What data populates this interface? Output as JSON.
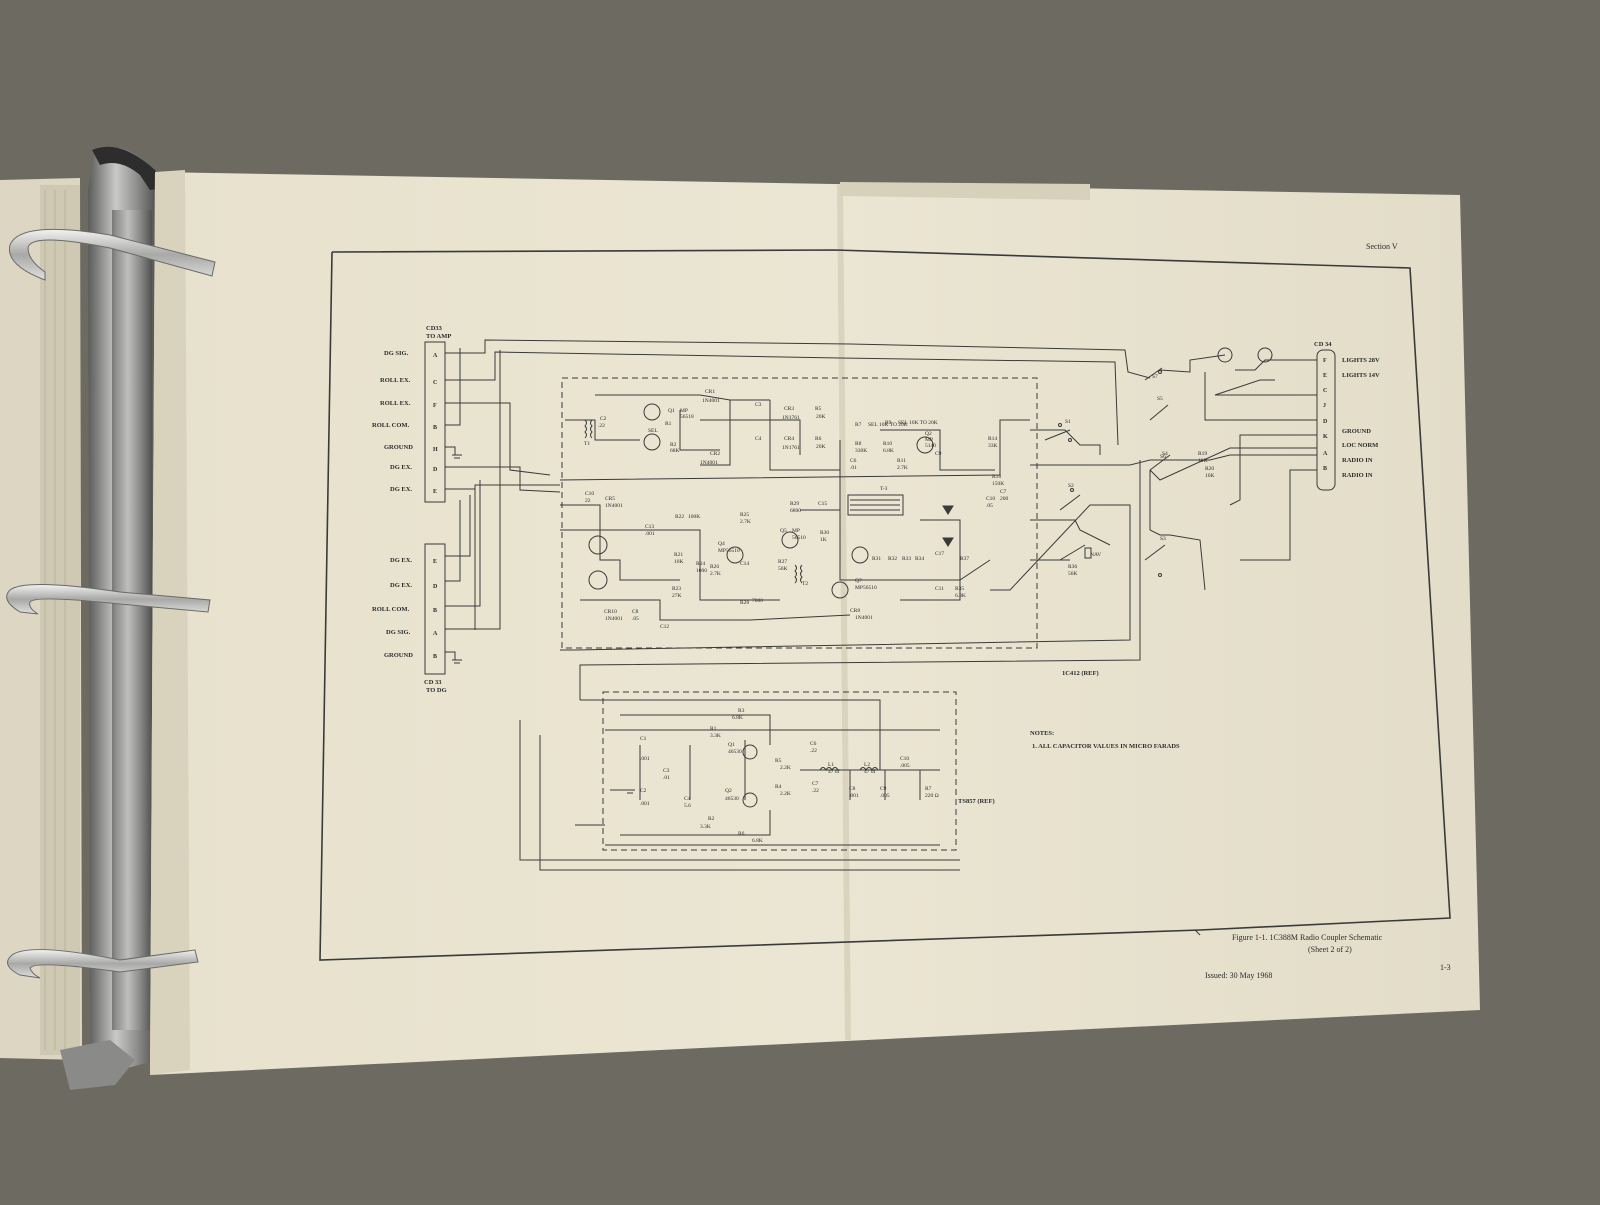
{
  "page": {
    "section_label": "Section V",
    "figure_caption_line1": "Figure 1-1.   1C388M Radio Coupler Schematic",
    "figure_caption_line2": "(Sheet 2 of 2)",
    "issued": "Issued: 30 May 1968",
    "page_number": "1-3"
  },
  "notes": {
    "title": "NOTES:",
    "items": [
      "1.  ALL CAPACITOR VALUES IN MICRO FARADS"
    ]
  },
  "left_connector_top": {
    "title_line1": "CD33",
    "title_line2": "TO AMP",
    "rows": [
      {
        "label": "DG SIG.",
        "pin": "A"
      },
      {
        "label": "ROLL EX.",
        "pin": "C"
      },
      {
        "label": "ROLL EX.",
        "pin": "F"
      },
      {
        "label": "ROLL COM.",
        "pin": "B"
      },
      {
        "label": "GROUND",
        "pin": "H"
      },
      {
        "label": "DG EX.",
        "pin": "D"
      },
      {
        "label": "DG EX.",
        "pin": "E"
      }
    ]
  },
  "left_connector_bottom": {
    "title_line1": "CD 33",
    "title_line2": "TO DG",
    "rows": [
      {
        "label": "DG EX.",
        "pin": "E"
      },
      {
        "label": "DG EX.",
        "pin": "D"
      },
      {
        "label": "ROLL COM.",
        "pin": "B"
      },
      {
        "label": "DG SIG.",
        "pin": "A"
      },
      {
        "label": "GROUND",
        "pin": "B"
      }
    ]
  },
  "right_connector": {
    "title": "CD 34",
    "rows": [
      {
        "pin": "F",
        "label": "LIGHTS 28V"
      },
      {
        "pin": "E",
        "label": "LIGHTS 14V"
      },
      {
        "pin": "C",
        "label": ""
      },
      {
        "pin": "J",
        "label": ""
      },
      {
        "pin": "D",
        "label": "GROUND"
      },
      {
        "pin": "K",
        "label": "LOC NORM"
      },
      {
        "pin": "A",
        "label": "RADIO IN"
      },
      {
        "pin": "B",
        "label": "RADIO IN"
      }
    ]
  },
  "module_labels": {
    "upper": "1C412 (REF)",
    "lower": "TS857 (REF)"
  },
  "component_labels": [
    "CR1",
    "1N4001",
    "CR2",
    "1N4001",
    "Q1",
    "MP",
    "56518",
    "SEL",
    "R1",
    "R2",
    "68K",
    "T1",
    "C2",
    ".22",
    "C3",
    "C4",
    "CR3",
    "1N1761",
    "CR4",
    "1N1761",
    "R5",
    "20K",
    "R6",
    "20K",
    "R7",
    "SEL 10K TO 20K",
    "R9",
    "SEL 10K TO 20K",
    "R8",
    "330K",
    "R10",
    "6.8K",
    "R11",
    "2.7K",
    "C6",
    ".01",
    "Q2",
    "MP",
    "5140",
    "R14",
    "33K",
    "C9",
    "T-3",
    "CR5",
    "1N4001",
    "C10",
    "22",
    "R22",
    "100K",
    "C13",
    ".001",
    "R21",
    "10K",
    "R24",
    "1000",
    "R23",
    "27K",
    "Q4",
    "MP56510",
    "R25",
    "2.7K",
    "R26",
    "2.7K",
    "C14",
    "R28",
    "7000",
    "R29",
    "6800",
    "Q5",
    "MP",
    "56510",
    "R27",
    "56K",
    "T2",
    "R30",
    "1K",
    "CR8",
    "1N4001",
    "C15",
    "Q7",
    "MP56510",
    "R31",
    "R32",
    "R33",
    "R34",
    "C17",
    "C11",
    "R35",
    "6.8K",
    "R37",
    "R36",
    "56K",
    "R18",
    "150K",
    "R19",
    "10K",
    "R20",
    "10K",
    "C7",
    "200",
    "C10",
    ".05",
    "CR10",
    "1N4001",
    "C8",
    ".05",
    "C12",
    "R3",
    "6.8K",
    "R1",
    "3.3K",
    "Q1",
    "46530",
    "R5",
    "2.2K",
    "C6",
    ".22",
    "L1",
    "47 uf",
    "L2",
    "47 uf",
    "C10",
    ".005",
    "C1",
    ".001",
    "C3",
    ".01",
    "C2",
    ".001",
    "C4",
    "5.6",
    "Q2",
    "46530",
    "R4",
    "2.2K",
    "C7",
    ".22",
    "C8",
    ".001",
    "C9",
    ".005",
    "R7",
    "220 Ω",
    "R2",
    "3.3K",
    "R6",
    "6.8K",
    "S1",
    "S2",
    "S3",
    "S4",
    "S5",
    "S6",
    "S7",
    "NAV"
  ]
}
